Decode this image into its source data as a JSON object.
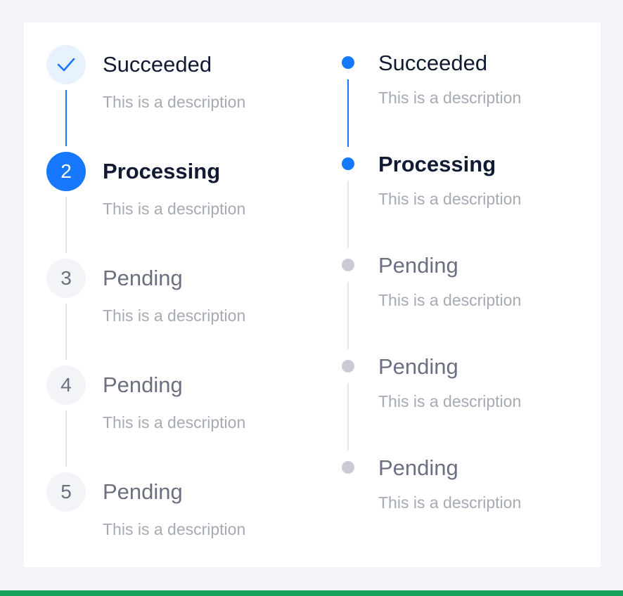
{
  "left_steps": [
    {
      "number": "",
      "title": "Succeeded",
      "description": "This is a description",
      "status": "succeeded"
    },
    {
      "number": "2",
      "title": "Processing",
      "description": "This is a description",
      "status": "processing"
    },
    {
      "number": "3",
      "title": "Pending",
      "description": "This is a description",
      "status": "pending"
    },
    {
      "number": "4",
      "title": "Pending",
      "description": "This is a description",
      "status": "pending"
    },
    {
      "number": "5",
      "title": "Pending",
      "description": "This is a description",
      "status": "pending"
    }
  ],
  "right_steps": [
    {
      "title": "Succeeded",
      "description": "This is a description",
      "status": "succeeded"
    },
    {
      "title": "Processing",
      "description": "This is a description",
      "status": "processing"
    },
    {
      "title": "Pending",
      "description": "This is a description",
      "status": "pending"
    },
    {
      "title": "Pending",
      "description": "This is a description",
      "status": "pending"
    },
    {
      "title": "Pending",
      "description": "This is a description",
      "status": "pending"
    }
  ],
  "colors": {
    "accent": "#1677ff",
    "success_bg": "#e8f2ff",
    "pending_bg": "#f3f4f7",
    "pending_dot": "#c9ccd4",
    "bottom_bar": "#17a35a"
  },
  "icons": {
    "succeeded": "check-icon"
  }
}
